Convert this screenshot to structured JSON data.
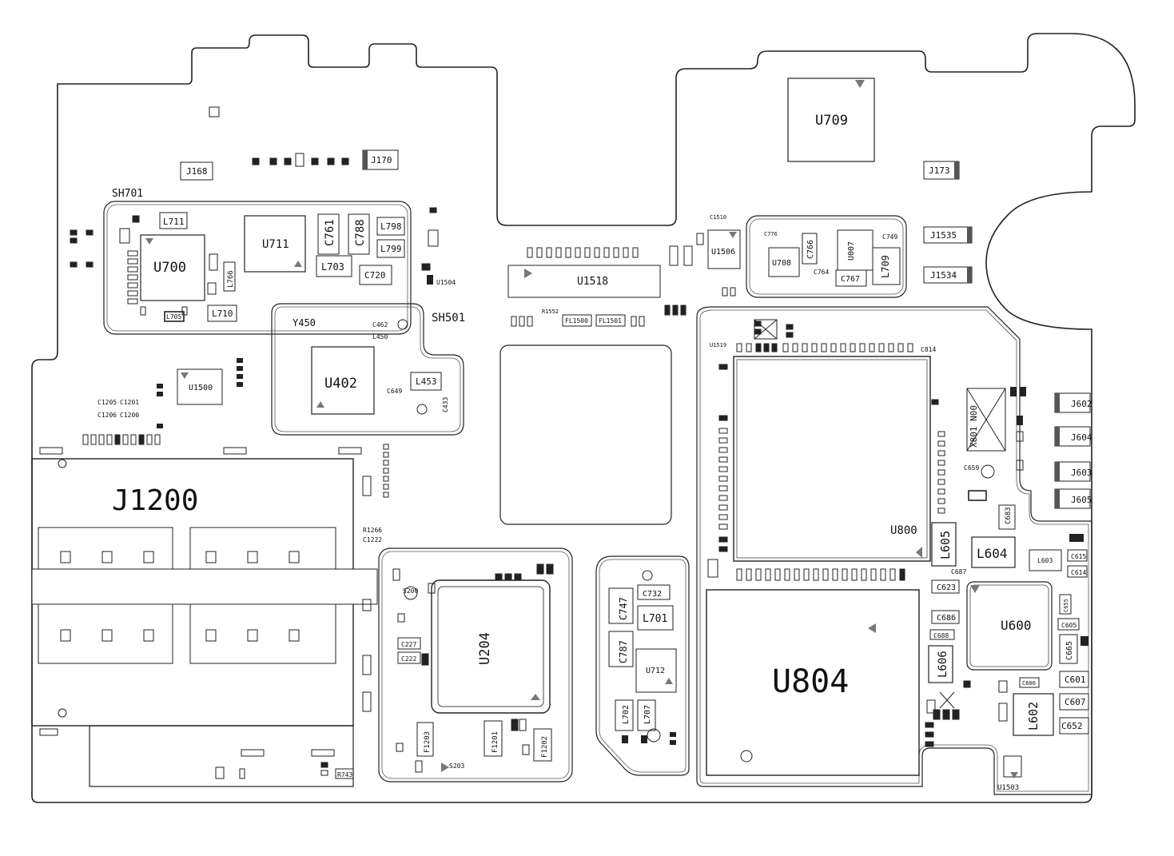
{
  "shields": {
    "sh701": "SH701",
    "sh501": "SH501"
  },
  "connectors": {
    "j1200": "J1200",
    "j168": "J168",
    "j170": "J170",
    "j173": "J173",
    "j1535": "J1535",
    "j1534": "J1534",
    "j602": "J602",
    "j604": "J604",
    "j603": "J603",
    "j605": "J605"
  },
  "chips": {
    "u700": "U700",
    "u711": "U711",
    "u709": "U709",
    "u1518": "U1518",
    "u1506": "U1506",
    "u708": "U708",
    "u007": "U007",
    "u402": "U402",
    "u1500": "U1500",
    "u800": "U800",
    "u804": "U804",
    "u204": "U204",
    "u712": "U712",
    "u600": "U600",
    "u1504": "U1504",
    "u1503": "U1503",
    "u1519": "U1519",
    "y450": "Y450",
    "x801": "X801 N00",
    "s200": "S200",
    "s203": "S203"
  },
  "inductors": {
    "l711": "L711",
    "l798": "L798",
    "l799": "L799",
    "l703": "L703",
    "l710": "L710",
    "l705": "L705",
    "l709": "L709",
    "l453": "L453",
    "l450": "L450",
    "l605": "L605",
    "l604": "L604",
    "l603": "L603",
    "l606": "L606",
    "l602": "L602",
    "l701": "L701",
    "l702": "L702",
    "l707": "L707",
    "l766": "L766"
  },
  "capacitors": {
    "c761": "C761",
    "c788": "C788",
    "c720": "C720",
    "c766": "C766",
    "c767": "C767",
    "c749": "C749",
    "c764": "C764",
    "c776": "C776",
    "c814": "C814",
    "c747": "C747",
    "c732": "C732",
    "c787": "C787",
    "c623": "C623",
    "c686": "C686",
    "c688": "C688",
    "c601": "C601",
    "c607": "C607",
    "c652": "C652",
    "c665": "C665",
    "c605": "C605",
    "c615": "C615",
    "c614": "C614",
    "c687": "C687",
    "c683": "C683",
    "c659": "C659",
    "c227": "C227",
    "c222": "C222",
    "c462": "C462",
    "c649": "C649",
    "c433": "C433",
    "c600": "C600",
    "c655": "C655",
    "c1205": "C1205",
    "c1201": "C1201",
    "c1206": "C1206",
    "c1200": "C1200",
    "c1222": "C1222",
    "c1510": "C1510"
  },
  "filters": {
    "fl1500": "FL1500",
    "fl1501": "FL1501",
    "f1203": "F1203",
    "f1201": "F1201",
    "f1202": "F1202"
  },
  "resistors": {
    "r743": "R743",
    "r1266": "R1266",
    "r1552": "R1552"
  }
}
